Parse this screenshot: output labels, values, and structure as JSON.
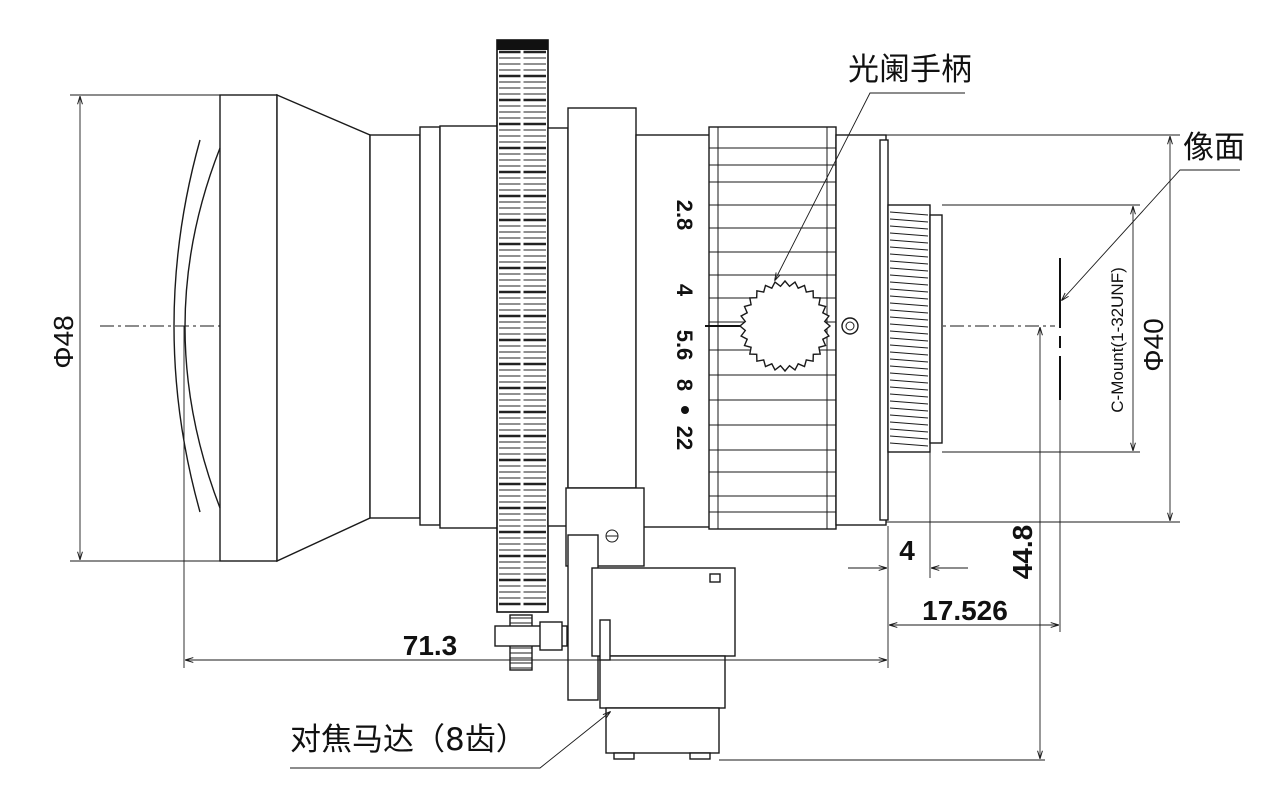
{
  "labels": {
    "aperture_handle": "光阑手柄",
    "image_plane": "像面",
    "focus_motor": "对焦马达（8齿）",
    "mount": "C-Mount(1-32UNF)"
  },
  "dimensions": {
    "front_diameter": "Φ48",
    "rear_diameter": "Φ40",
    "overall_length": "71.3",
    "flange_length": "17.526",
    "thread_length": "4",
    "height": "44.8"
  },
  "aperture_scale": [
    "2.8",
    "4",
    "5.6",
    "8",
    "22"
  ]
}
